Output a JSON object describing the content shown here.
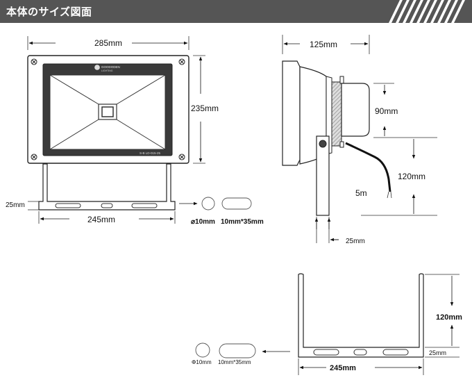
{
  "header": {
    "title": "本体のサイズ図面"
  },
  "front_view": {
    "width_label": "285mm",
    "height_label": "235mm",
    "logo_text": "GOODODEN",
    "logo_sub": "LIGHTING",
    "model_text": "S-B LD-015-25"
  },
  "side_view": {
    "width_label": "125mm",
    "box_height_label": "90mm",
    "bracket_height_label": "120mm",
    "cable_label": "5m",
    "base_label": "25mm"
  },
  "bracket_front": {
    "height_label": "25mm",
    "width_label": "245mm",
    "hole_round_label": "⌀10mm",
    "hole_slot_label": "10mm*35mm"
  },
  "bracket_large": {
    "height_label": "120mm",
    "base_label": "25mm",
    "width_label": "245mm",
    "hole_round_label": "Φ10mm",
    "hole_slot_label": "10mm*35mm"
  }
}
